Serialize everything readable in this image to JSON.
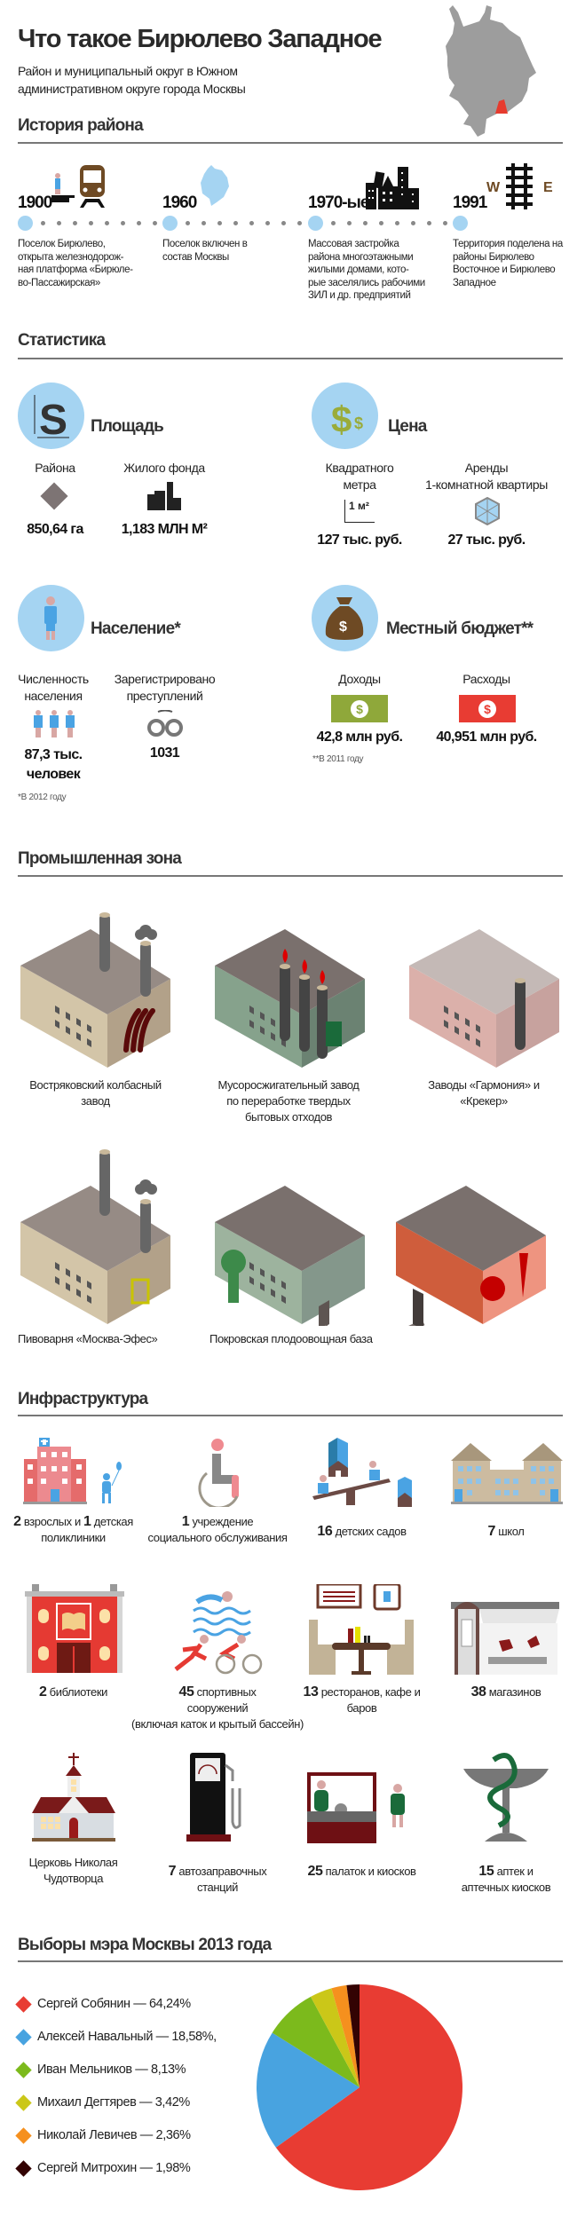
{
  "header": {
    "title": "Что такое Бирюлево Западное",
    "subtitle_line1": "Район и муниципальный округ в Южном",
    "subtitle_line2": "административном округе города Москвы"
  },
  "history": {
    "title": "История района",
    "events": [
      {
        "year": "1900",
        "icon": "train-icon",
        "lines": [
          "Поселок Бирюлево,",
          "открыта  железнодорож-",
          "ная платформа «Бирюле-",
          "во-Пассажирская»"
        ]
      },
      {
        "year": "1960",
        "icon": "moscow-map-icon",
        "lines": [
          "Поселок включен в",
          "состав Москвы"
        ]
      },
      {
        "year": "1970-ые",
        "icon": "city-buildings-icon",
        "lines": [
          "Массовая застройка",
          "района многоэтажными",
          "жилыми домами, кото-",
          "рые заселялись рабочими",
          "ЗИЛ и др. предприятий"
        ]
      },
      {
        "year": "1991",
        "icon": "railway-divider-icon",
        "west": "W",
        "east": "E",
        "lines": [
          "Территория поделена на",
          "районы Бирюлево",
          "Восточное и Бирюлево",
          "Западное"
        ]
      }
    ]
  },
  "stats": {
    "title": "Статистика",
    "area": {
      "label": "Площадь",
      "district_label": "Района",
      "district_value": "850,64 га",
      "housing_label": "Жилого фонда",
      "housing_value": "1,183 МЛН М²"
    },
    "price": {
      "label": "Цена",
      "sqm_label_1": "Квадратного",
      "sqm_label_2": "метра",
      "sqm_icon_text": "1 м²",
      "sqm_value": "127 тыс. руб.",
      "rent_label_1": "Аренды",
      "rent_label_2": "1-комнатной квартиры",
      "rent_value": "27 тыс. руб."
    },
    "population": {
      "label": "Население*",
      "count_label_1": "Численность",
      "count_label_2": "населения",
      "count_value_1": "87,3 тыс.",
      "count_value_2": "человек",
      "crime_label_1": "Зарегистрировано",
      "crime_label_2": "преступлений",
      "crime_value": "1031",
      "footnote": "*В 2012 году"
    },
    "budget": {
      "label": "Местный бюджет**",
      "income_label": "Доходы",
      "income_value": "42,8 млн руб.",
      "expense_label": "Расходы",
      "expense_value": "40,951 млн руб.",
      "footnote": "**В 2011 году",
      "dollar": "$"
    }
  },
  "industry": {
    "title": "Промышленная зона",
    "items": [
      {
        "lines": [
          "Востряковский колбасный",
          "завод"
        ]
      },
      {
        "lines": [
          "Мусоросжигательный завод",
          "по переработке твердых",
          "бытовых отходов"
        ]
      },
      {
        "lines": [
          "Заводы «Гармония» и",
          "«Крекер»"
        ]
      },
      {
        "lines": [
          "Пивоварня «Москва-Эфес»"
        ]
      },
      {
        "lines": [
          "Покровская плодоовощная база"
        ]
      }
    ]
  },
  "infra": {
    "title": "Инфраструктура",
    "items": [
      {
        "num": "2",
        "text": " взрослых и ",
        "num2": "1",
        "text2": " детская",
        "line2": "поликлиники"
      },
      {
        "num": "1",
        "text": " учреждение",
        "line2": "социального обслуживания"
      },
      {
        "num": "16",
        "text": " детских садов"
      },
      {
        "num": "7",
        "text": " школ"
      },
      {
        "num": "2",
        "text": " библиотеки"
      },
      {
        "num": "45",
        "text": " спортивных",
        "line2": "сооружений",
        "line3": "(включая каток и крытый бассейн)"
      },
      {
        "num": "13",
        "text": " ресторанов, кафе и",
        "line2": "баров"
      },
      {
        "num": "38",
        "text": " магазинов"
      },
      {
        "text": "Церковь Николая",
        "line2": "Чудотворца"
      },
      {
        "num": "7",
        "text": " автозаправочных",
        "line2": "станций"
      },
      {
        "num": "25",
        "text": " палаток и киосков"
      },
      {
        "num": "15",
        "text": " аптек и",
        "line2": "аптечных киосков"
      }
    ]
  },
  "chart_data": {
    "type": "pie",
    "title": "Выборы мэра Москвы 2013 года",
    "legend_position": "left",
    "series": [
      {
        "name": "Сергей Собянин",
        "label": "Сергей Собянин — 64,24%",
        "value": 64.24,
        "color": "#e83c33"
      },
      {
        "name": "Алексей Навальный",
        "label": "Алексей Навальный — 18,58%,",
        "value": 18.58,
        "color": "#48a3e0"
      },
      {
        "name": "Иван Мельников",
        "label": "Иван Мельников — 8,13%",
        "value": 8.13,
        "color": "#7cba1c"
      },
      {
        "name": "Михаил Дегтярев",
        "label": "Михаил Дегтярев — 3,42%",
        "value": 3.42,
        "color": "#cbc718"
      },
      {
        "name": "Николай Левичев",
        "label": "Николай Левичев — 2,36%",
        "value": 2.36,
        "color": "#f5901e"
      },
      {
        "name": "Сергей Митрохин",
        "label": "Сергей Митрохин — 1,98%",
        "value": 1.98,
        "color": "#330303"
      }
    ]
  }
}
